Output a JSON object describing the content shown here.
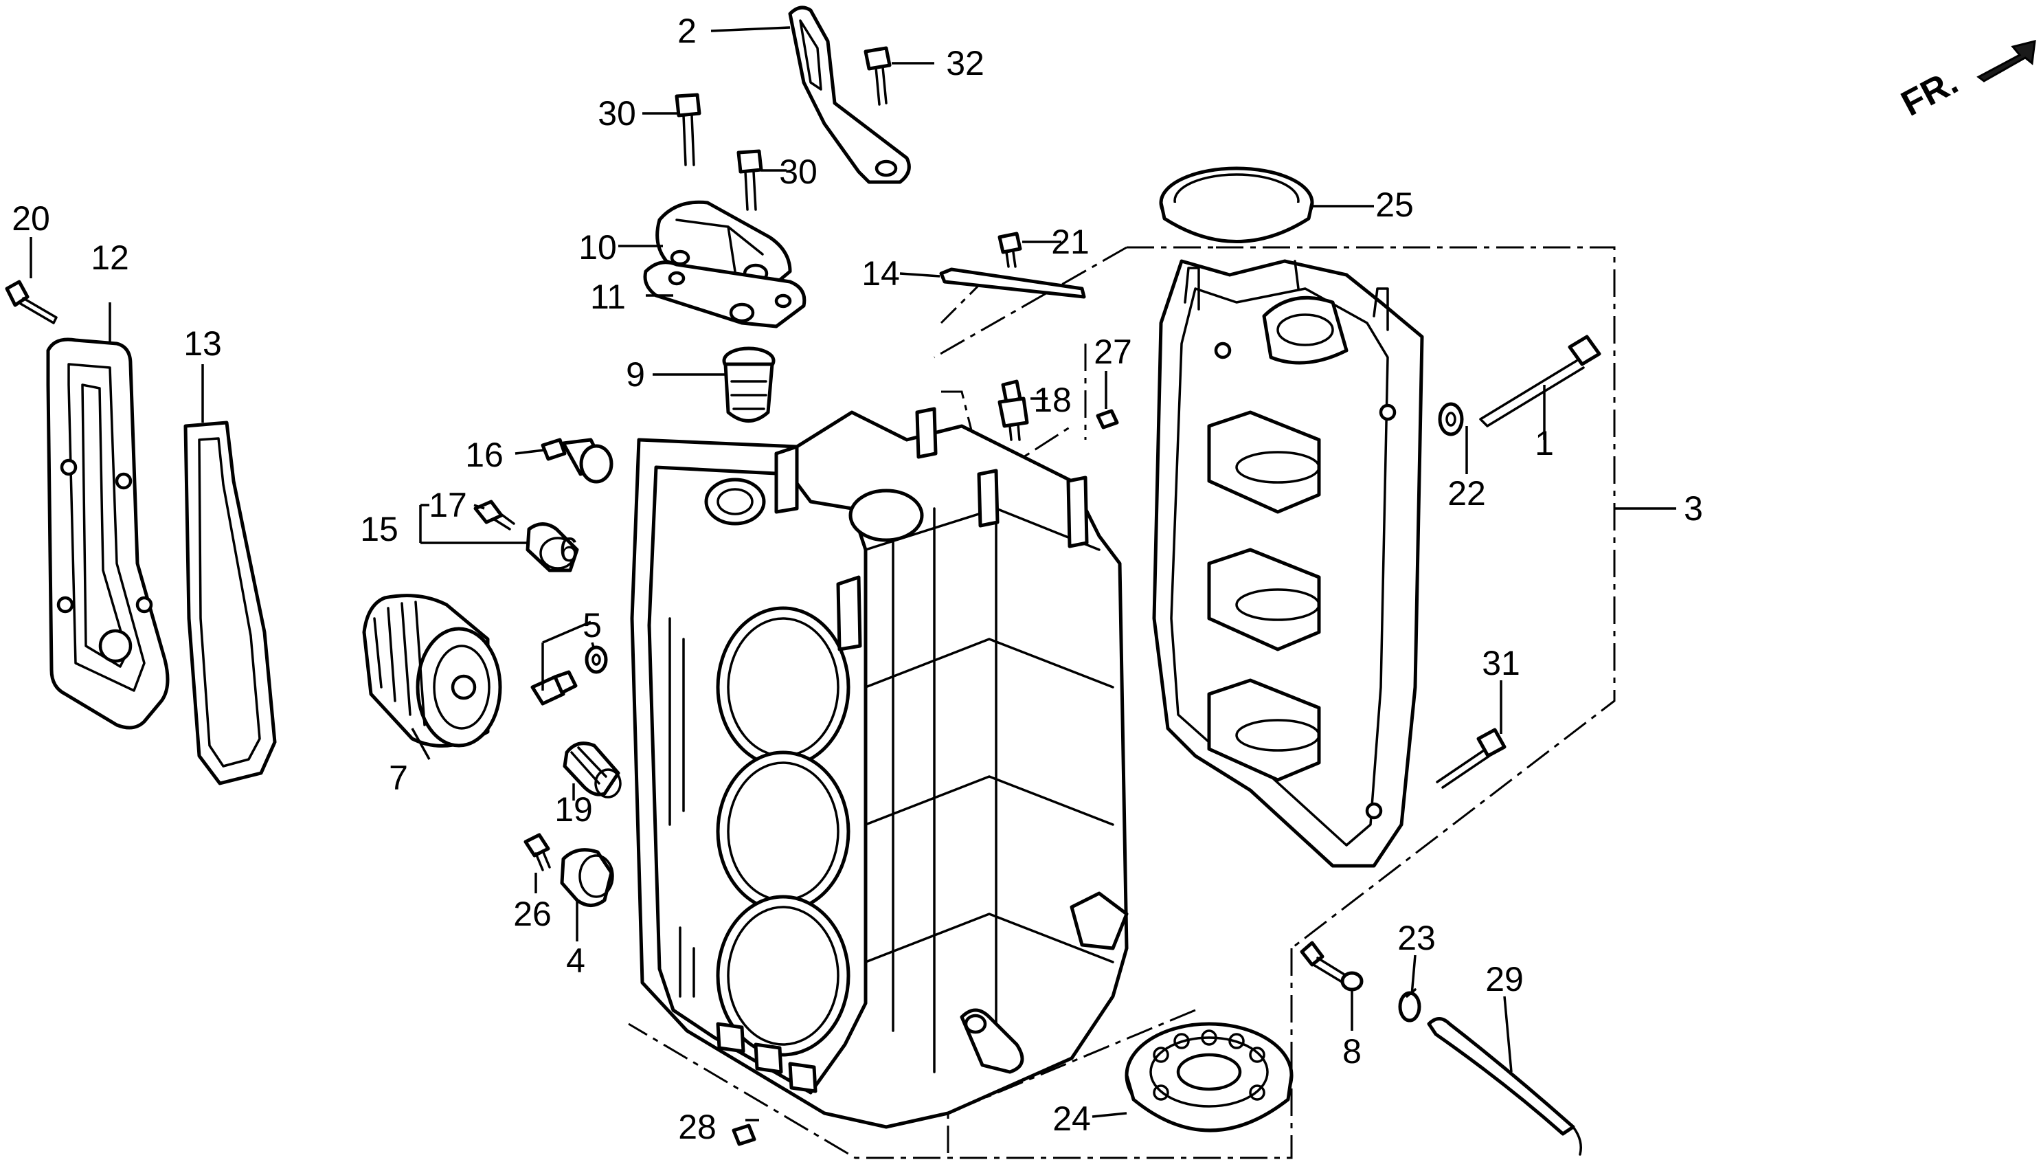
{
  "diagram": {
    "direction_label": "FR.",
    "parts": [
      {
        "id": "1",
        "label": "1",
        "icon": "long-bolt-icon"
      },
      {
        "id": "2",
        "label": "2",
        "icon": "bracket-icon"
      },
      {
        "id": "3",
        "label": "3",
        "icon": "crankcase-icon"
      },
      {
        "id": "4",
        "label": "4",
        "icon": "collar-icon"
      },
      {
        "id": "5",
        "label": "5",
        "icon": "washer-icon"
      },
      {
        "id": "6",
        "label": "6",
        "icon": "bolt-icon"
      },
      {
        "id": "7",
        "label": "7",
        "icon": "oil-filter-icon"
      },
      {
        "id": "8",
        "label": "8",
        "icon": "nipple-icon"
      },
      {
        "id": "9",
        "label": "9",
        "icon": "thermostat-icon"
      },
      {
        "id": "10",
        "label": "10",
        "icon": "thermostat-cover-icon"
      },
      {
        "id": "11",
        "label": "11",
        "icon": "gasket-icon"
      },
      {
        "id": "12",
        "label": "12",
        "icon": "cover-plate-icon"
      },
      {
        "id": "13",
        "label": "13",
        "icon": "gasket-icon"
      },
      {
        "id": "14",
        "label": "14",
        "icon": "clip-icon"
      },
      {
        "id": "15",
        "label": "15",
        "icon": "switch-assembly-icon"
      },
      {
        "id": "16",
        "label": "16",
        "icon": "sensor-icon"
      },
      {
        "id": "17",
        "label": "17",
        "icon": "screw-icon"
      },
      {
        "id": "18",
        "label": "18",
        "icon": "valve-icon"
      },
      {
        "id": "19",
        "label": "19",
        "icon": "plug-icon"
      },
      {
        "id": "20",
        "label": "20",
        "icon": "bolt-icon"
      },
      {
        "id": "21",
        "label": "21",
        "icon": "bolt-icon"
      },
      {
        "id": "22",
        "label": "22",
        "icon": "washer-icon"
      },
      {
        "id": "23",
        "label": "23",
        "icon": "clip-icon"
      },
      {
        "id": "24",
        "label": "24",
        "icon": "bearing-icon"
      },
      {
        "id": "25",
        "label": "25",
        "icon": "oil-seal-icon"
      },
      {
        "id": "26",
        "label": "26",
        "icon": "bolt-icon"
      },
      {
        "id": "27",
        "label": "27",
        "icon": "dowel-pin-icon"
      },
      {
        "id": "28",
        "label": "28",
        "icon": "dowel-pin-icon"
      },
      {
        "id": "29",
        "label": "29",
        "icon": "tube-icon"
      },
      {
        "id": "30a",
        "label": "30",
        "icon": "bolt-icon"
      },
      {
        "id": "30b",
        "label": "30",
        "icon": "bolt-icon"
      },
      {
        "id": "31",
        "label": "31",
        "icon": "bolt-icon"
      },
      {
        "id": "32",
        "label": "32",
        "icon": "bolt-icon"
      }
    ]
  }
}
